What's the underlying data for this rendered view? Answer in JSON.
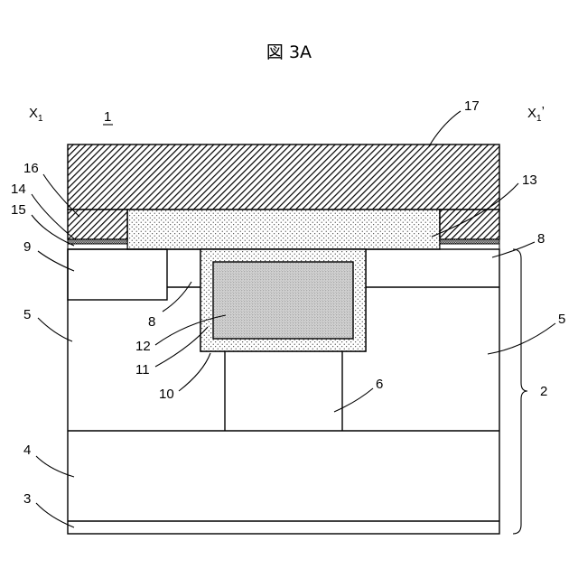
{
  "figure": {
    "title": "図 3A",
    "corner_left": "X",
    "corner_left_sub": "1",
    "corner_right": "X",
    "corner_right_sub": "1",
    "corner_right_prime": "’",
    "device_ref": "1"
  },
  "labels": {
    "l17": "17",
    "l16": "16",
    "l14": "14",
    "l15": "15",
    "l13": "13",
    "l9": "9",
    "l8_right": "8",
    "l8_left": "8",
    "l5_left": "5",
    "l5_right": "5",
    "l12": "12",
    "l11": "11",
    "l10": "10",
    "l6": "6",
    "l2": "2",
    "l4": "4",
    "l3": "3"
  }
}
